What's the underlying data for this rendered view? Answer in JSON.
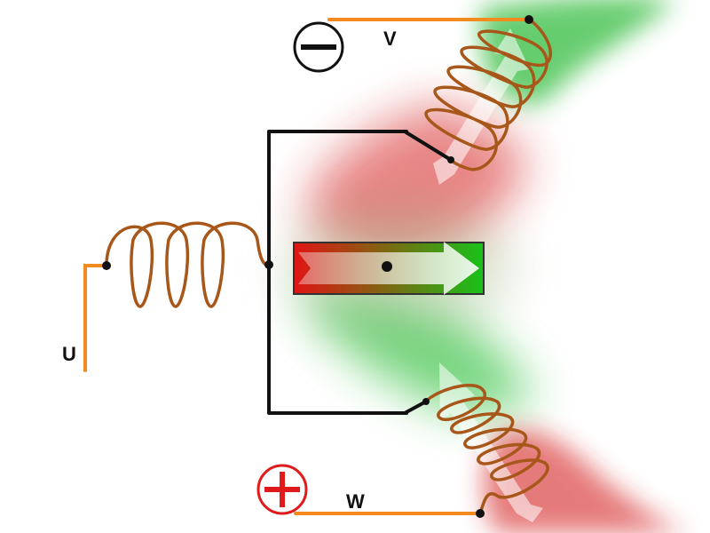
{
  "diagram": {
    "terminals": {
      "u_label": "U",
      "v_label": "V",
      "w_label": "W"
    },
    "polarity": {
      "negative_symbol": "minus",
      "positive_symbol": "plus"
    },
    "colors": {
      "wire": "#f28a1e",
      "coil": "#a8571a",
      "circuit": "#111111",
      "field_north": "#2fc13c",
      "field_south": "#d91c1c",
      "negative_sign": "#111111",
      "positive_sign": "#e01a1a",
      "arrow": "#ffffff"
    }
  }
}
